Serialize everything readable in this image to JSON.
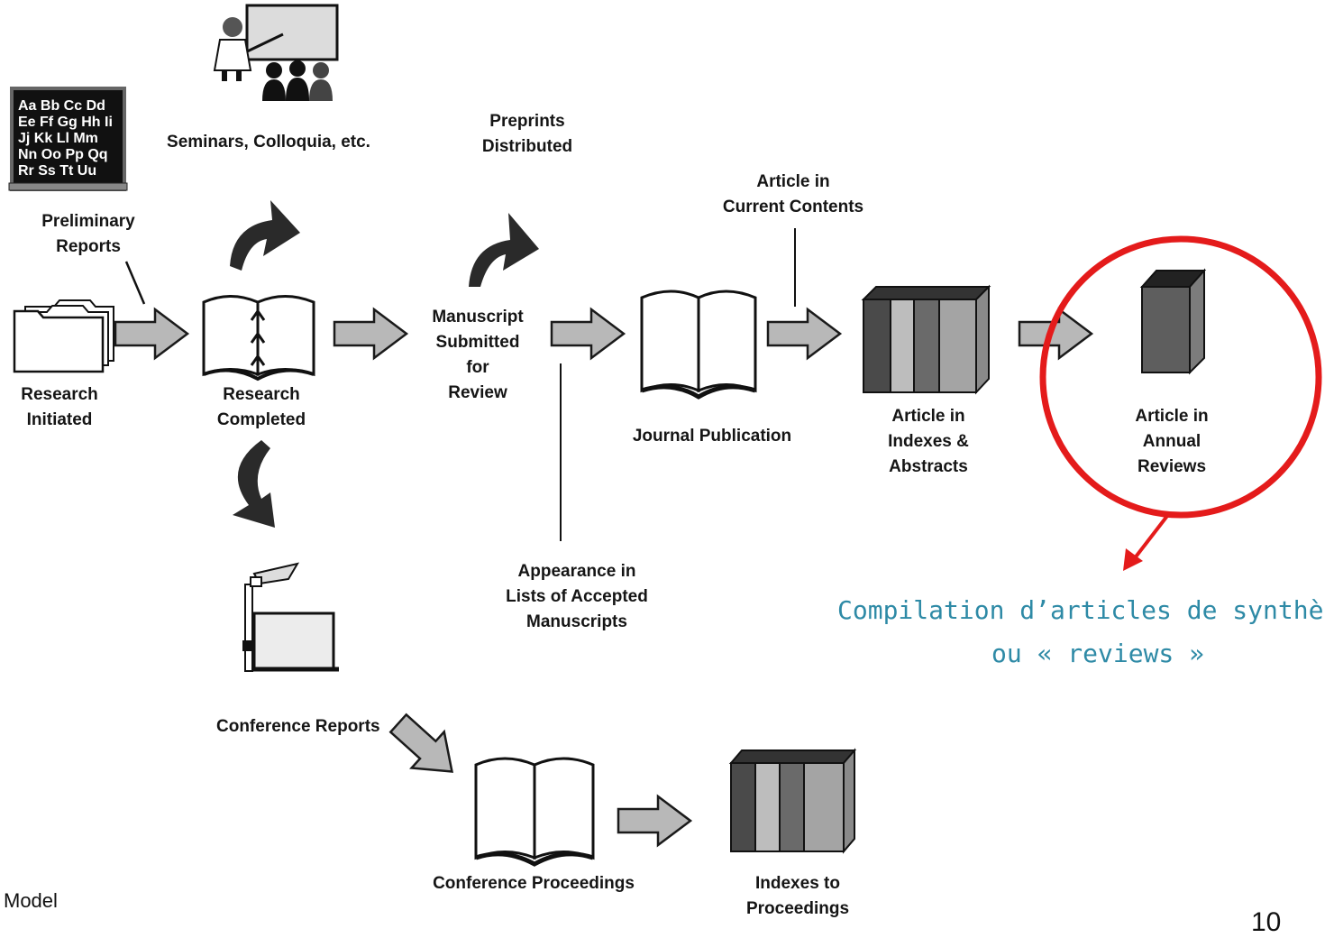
{
  "nodes": {
    "research_initiated": [
      "Research",
      "Initiated"
    ],
    "preliminary_reports": [
      "Preliminary",
      "Reports"
    ],
    "chalkboard": [
      "Aa Bb Cc Dd",
      "Ee Ff Gg Hh Ii",
      "Jj Kk Ll Mm",
      "Nn Oo Pp Qq",
      "Rr Ss Tt Uu"
    ],
    "seminars": [
      "Seminars, Colloquia, etc."
    ],
    "research_completed": [
      "Research",
      "Completed"
    ],
    "manuscript_submitted": [
      "Manuscript",
      "Submitted",
      "for",
      "Review"
    ],
    "preprints": [
      "Preprints",
      "Distributed"
    ],
    "appearance_lists": [
      "Appearance in",
      "Lists of Accepted",
      "Manuscripts"
    ],
    "journal_publication": [
      "Journal Publication"
    ],
    "current_contents": [
      "Article in",
      "Current Contents"
    ],
    "indexes_abstracts": [
      "Article in",
      "Indexes &",
      "Abstracts"
    ],
    "annual_reviews": [
      "Article in",
      "Annual",
      "Reviews"
    ],
    "conference_reports": [
      "Conference Reports"
    ],
    "conference_proceedings": [
      "Conference Proceedings"
    ],
    "indexes_proceedings": [
      "Indexes to",
      "Proceedings"
    ]
  },
  "annotation": {
    "line1": "Compilation d’articles de synthè",
    "line2": "ou « reviews »",
    "color": "#2e8aa6",
    "highlight_color": "#e41b1b"
  },
  "footer": {
    "left": "Model",
    "page_number": "10"
  }
}
